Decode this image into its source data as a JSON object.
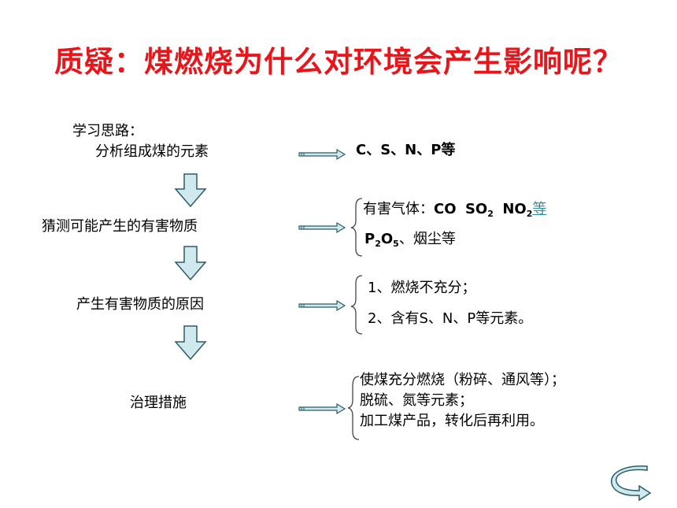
{
  "title": "质疑：煤燃烧为什么对环境会产生影响呢？",
  "left": {
    "heading": "学习思路：",
    "step1": "分析组成煤的元素",
    "step2": "猜测可能产生的有害物质",
    "step3": "产生有害物质的原因",
    "step4": "治理措施"
  },
  "right": {
    "elements": "C、S、N、P等",
    "gas": {
      "label": "有害气体：",
      "co": "CO",
      "so": "SO",
      "so_sub": "2",
      "no": "NO",
      "no_sub": "2",
      "link": "等"
    },
    "p2o5": {
      "p": "P",
      "p_sub": "2",
      "o": "O",
      "o_sub": "5",
      "rest": "、烟尘等"
    },
    "reason1": "1、燃烧不充分；",
    "reason2": "2、含有S、N、P等元素。",
    "measure1": "使煤充分燃烧（粉碎、通风等）；",
    "measure2": "脱硫、氮等元素；",
    "measure3": "加工煤产品，转化后再利用。"
  },
  "colors": {
    "title": "#e8151b",
    "arrow_fill": "#cfe9ef",
    "arrow_stroke": "#2b5b66",
    "link": "#2a8fa6"
  },
  "icons": [
    "down-arrow-icon",
    "right-arrow-icon",
    "left-brace-icon",
    "return-arrow-icon"
  ]
}
